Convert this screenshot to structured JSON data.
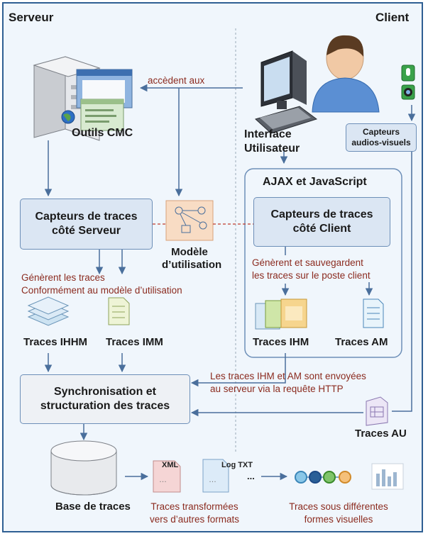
{
  "header": {
    "server": "Serveur",
    "client": "Client"
  },
  "nodes": {
    "outils_cmc": "Outils CMC",
    "interface": [
      "Interface",
      "Utilisateur"
    ],
    "capteurs_av": [
      "Capteurs",
      "audios-visuels"
    ],
    "ajax": "AJAX et JavaScript",
    "capteurs_serveur": [
      "Capteurs de traces",
      "côté Serveur"
    ],
    "capteurs_client": [
      "Capteurs de traces",
      "côté Client"
    ],
    "modele": [
      "Modèle",
      "d’utilisation"
    ],
    "sync": [
      "Synchronisation et",
      "structuration des traces"
    ],
    "traces_ihhm": "Traces IHHM",
    "traces_imm": "Traces IMM",
    "traces_ihm": "Traces IHM",
    "traces_am": "Traces AM",
    "traces_au": "Traces AU",
    "base": "Base de traces"
  },
  "annotations": {
    "accedent": "accèdent aux",
    "generent_serveur": [
      "Génèrent les traces",
      "Conformément au modèle d’utilisation"
    ],
    "generent_client": [
      "Génèrent et sauvegardent",
      "les traces sur le poste client"
    ],
    "envoyees": [
      "Les traces IHM et AM sont envoyées",
      "au serveur via la requête HTTP"
    ],
    "transformees": [
      "Traces transformées",
      "vers d’autres formats"
    ],
    "visuelles": [
      "Traces sous différentes",
      "formes visuelles"
    ]
  },
  "file_labels": {
    "xml": "XML",
    "log": "Log TXT",
    "ellipsis": "..."
  },
  "colors": {
    "frame": "#2f5f93",
    "arrow": "#4a6f9c",
    "node_fill": "#dbe6f3",
    "annotation": "#8b2b1f",
    "link_dashed": "#c0392b"
  },
  "icons": [
    "server-icon",
    "computer-icon",
    "user-icon",
    "microphone-icon",
    "webcam-icon",
    "usage-model-icon",
    "document-stack-icon",
    "document-icon",
    "database-icon",
    "file-icon",
    "timeline-icon",
    "bar-chart-icon"
  ]
}
